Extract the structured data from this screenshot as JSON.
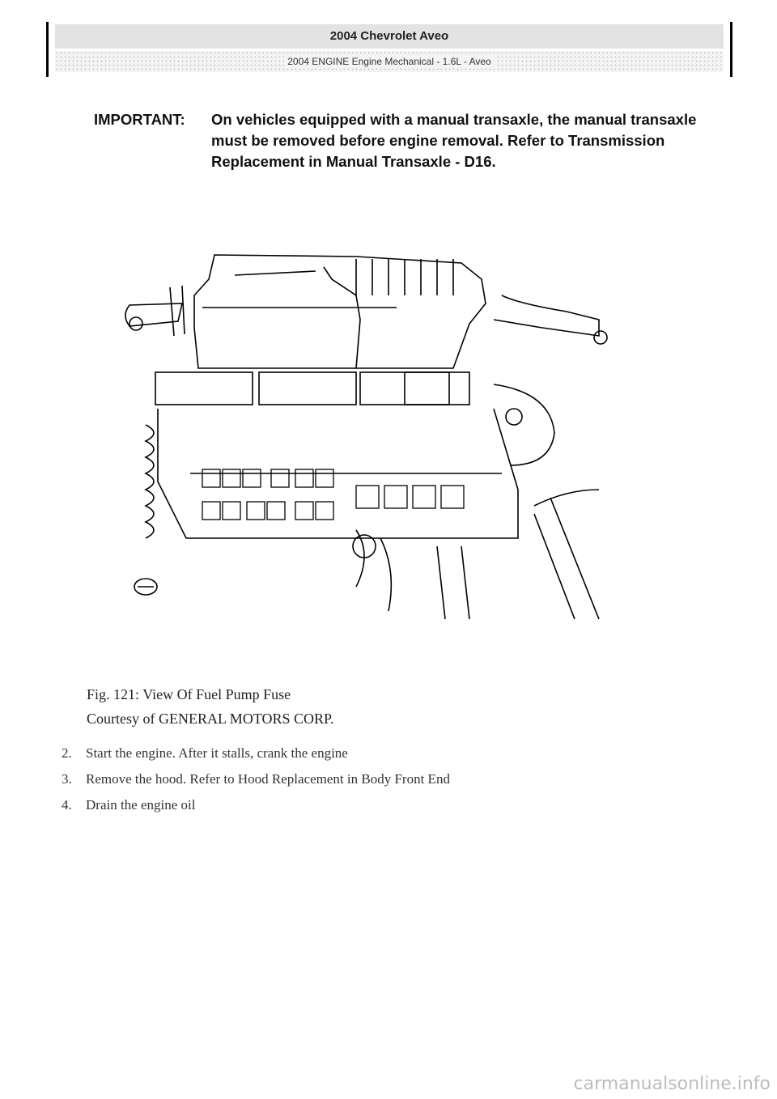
{
  "header": {
    "title": "2004 Chevrolet Aveo",
    "subtitle": "2004 ENGINE Engine Mechanical - 1.6L - Aveo"
  },
  "important": {
    "label": "IMPORTANT:",
    "text": "On vehicles equipped with a manual transaxle, the manual transaxle must be removed before engine removal. Refer to Transmission Replacement in Manual Transaxle - D16."
  },
  "figure": {
    "caption": "Fig. 121: View Of Fuel Pump Fuse",
    "courtesy": "Courtesy of GENERAL MOTORS CORP."
  },
  "steps": [
    {
      "num": "2.",
      "text": "Start the engine. After it stalls, crank the engine"
    },
    {
      "num": "3.",
      "text": "Remove the hood. Refer to Hood Replacement in Body Front End"
    },
    {
      "num": "4.",
      "text": "Drain the engine oil"
    }
  ],
  "watermark": "carmanualsonline.info"
}
